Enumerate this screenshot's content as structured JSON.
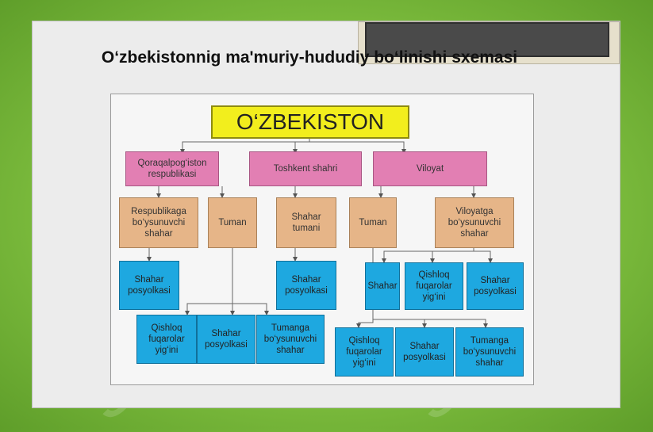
{
  "title": "O‘zbekistonnig ma'muriy-hududiy bo‘linishi sxemasi",
  "watermark": "SOF",
  "nodes": {
    "root": "O‘ZBEKISTON",
    "qoraqalpog": "Qoraqalpog‘iston respublikasi",
    "toshkent": "Toshkent shahri",
    "viloyat": "Viloyat",
    "resp_shahar": "Respublikaga bo‘ysunuvchi shahar",
    "tuman_left": "Tuman",
    "shahar_tumani": "Shahar tumani",
    "tuman_mid": "Tuman",
    "viloyat_shahar": "Viloyatga bo‘ysunuvchi shahar",
    "shp_left": "Shahar posyolkasi",
    "shp_mid": "Shahar posyolkasi",
    "shahar_blue": "Shahar",
    "qfy_right_top": "Qishloq fuqarolar yig‘ini",
    "shp_right_top": "Shahar posyolkasi",
    "qfy_bottom_left": "Qishloq fuqarolar yig‘ini",
    "shp_bottom_left": "Shahar posyolkasi",
    "tbs_bottom_left": "Tumanga bo‘ysunuvchi shahar",
    "qfy_bottom_right": "Qishloq fuqarolar yig‘ini",
    "shp_bottom_right": "Shahar posyolkasi",
    "tbs_bottom_right": "Tumanga bo‘ysunuvchi shahar"
  }
}
